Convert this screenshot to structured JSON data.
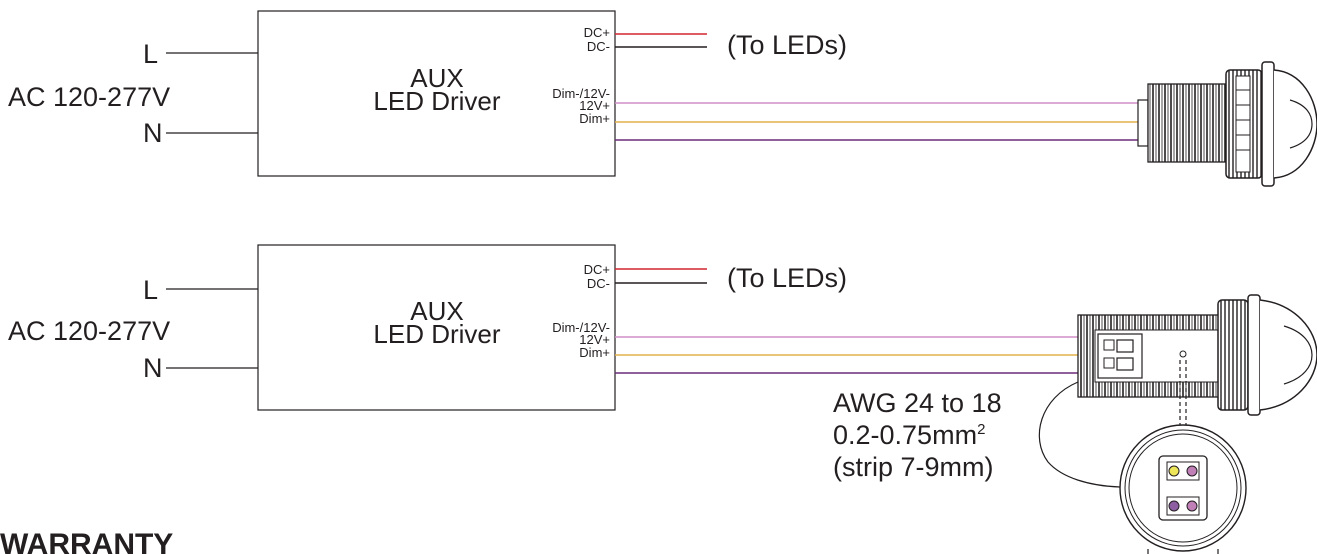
{
  "diagrams": [
    {
      "line_label": "L",
      "neutral_label": "N",
      "supply_label": "AC 120-277V",
      "driver_title_line1": "AUX",
      "driver_title_line2": "LED Driver",
      "pins": {
        "dc_plus": "DC+",
        "dc_minus": "DC-",
        "dim_minus": "Dim-/12V-",
        "v12_plus": "12V+",
        "dim_plus": "Dim+"
      },
      "to_leds": "(To LEDs)"
    },
    {
      "line_label": "L",
      "neutral_label": "N",
      "supply_label": "AC 120-277V",
      "driver_title_line1": "AUX",
      "driver_title_line2": "LED Driver",
      "pins": {
        "dc_plus": "DC+",
        "dc_minus": "DC-",
        "dim_minus": "Dim-/12V-",
        "v12_plus": "12V+",
        "dim_plus": "Dim+"
      },
      "to_leds": "(To LEDs)"
    }
  ],
  "wire_spec": {
    "gauge": "AWG 24 to 18",
    "area_value": "0.2-0.75mm",
    "area_unit_sup": "2",
    "strip": "(strip 7-9mm)"
  },
  "section_heading": "WARRANTY",
  "colors": {
    "ink": "#231f20",
    "wire_red": "#d22630",
    "wire_pink": "#d08ec6",
    "wire_yellow": "#e3b24a",
    "wire_purple": "#6a2c78",
    "wire_black": "#231f20"
  }
}
